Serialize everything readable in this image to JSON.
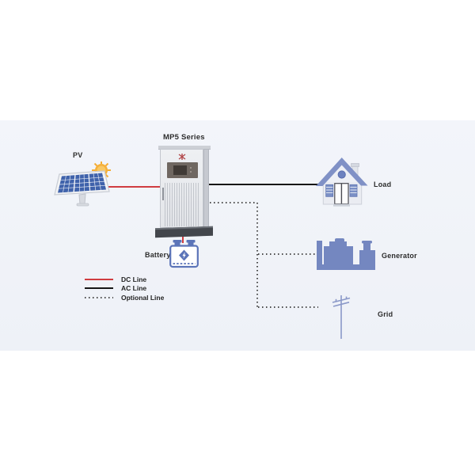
{
  "diagram": {
    "inverter_label": "MP5 Series",
    "nodes": {
      "pv": {
        "label": "PV"
      },
      "load": {
        "label": "Load"
      },
      "battery": {
        "label": "Battery"
      },
      "generator": {
        "label": "Generator"
      },
      "grid": {
        "label": "Grid"
      }
    },
    "legend": {
      "items": [
        {
          "label": "DC Line",
          "style": "solid",
          "color": "#d03c40"
        },
        {
          "label": "AC Line",
          "style": "solid",
          "color": "#161616"
        },
        {
          "label": "Optional Line",
          "style": "dotted",
          "color": "#4a4a4a"
        }
      ]
    },
    "connections": [
      {
        "from": "PV",
        "to": "MP5 Series",
        "type": "DC Line"
      },
      {
        "from": "MP5 Series",
        "to": "Load",
        "type": "AC Line"
      },
      {
        "from": "MP5 Series",
        "to": "Battery",
        "type": "DC Line"
      },
      {
        "from": "MP5 Series",
        "to": "Generator",
        "type": "Optional Line"
      },
      {
        "from": "MP5 Series",
        "to": "Grid",
        "type": "Optional Line"
      }
    ],
    "colors": {
      "band_background": "#eef1f7",
      "icon_blue": "#7487c0",
      "roof_blue": "#8091c6",
      "pv_cell_blue": "#3f62ab",
      "sun_orange": "#f2a93b",
      "battery_blue": "#5b74b8",
      "dc_red": "#d03c40",
      "ac_black": "#161616"
    }
  }
}
